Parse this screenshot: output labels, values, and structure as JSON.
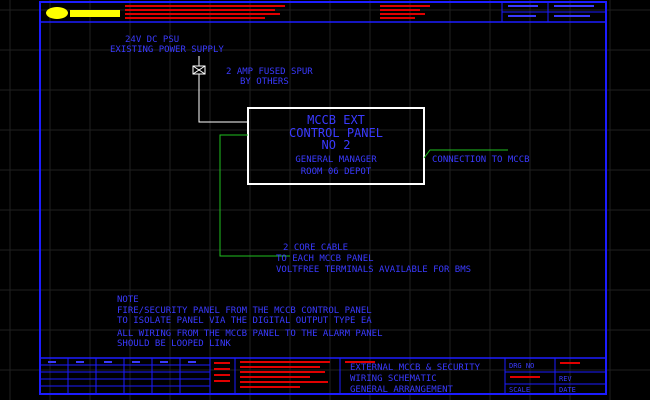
{
  "supply": {
    "line1": "24V  DC  PSU",
    "line2": "EXISTING POWER SUPPLY"
  },
  "fuse": {
    "line1": "2 AMP FUSED SPUR",
    "line2": "BY OTHERS"
  },
  "panel": {
    "line1": "MCCB  EXT",
    "line2": "CONTROL PANEL",
    "line3": "NO 2",
    "line4": "GENERAL MANAGER",
    "line5": "ROOM 06 DEPOT"
  },
  "connection_label": "CONNECTION TO MCCB",
  "cable": {
    "line1": "2 CORE CABLE",
    "line2": "TO EACH MCCB PANEL",
    "line3": "VOLTFREE TERMINALS AVAILABLE FOR BMS"
  },
  "notes": {
    "heading": "NOTE",
    "line1": "FIRE/SECURITY PANEL FROM THE MCCB CONTROL PANEL",
    "line2": "TO ISOLATE PANEL VIA THE DIGITAL OUTPUT TYPE EA",
    "line3": "ALL WIRING FROM THE MCCB PANEL TO THE ALARM PANEL",
    "line4": "SHOULD BE LOOPED LINK"
  },
  "title_block": {
    "drawing_title_1": "EXTERNAL MCCB & SECURITY",
    "drawing_title_2": "WIRING SCHEMATIC",
    "drawing_title_3": "GENERAL ARRANGEMENT",
    "drg_no_label": "DRG NO",
    "rev_label": "REV",
    "scale_label": "SCALE",
    "date_label": "DATE"
  },
  "colors": {
    "background": "#000000",
    "border": "#1c1cff",
    "text": "#3a3aff",
    "red": "#e00000",
    "white": "#ffffff",
    "green": "#20c020",
    "yellow": "#ffff00",
    "grid": "#202020"
  }
}
